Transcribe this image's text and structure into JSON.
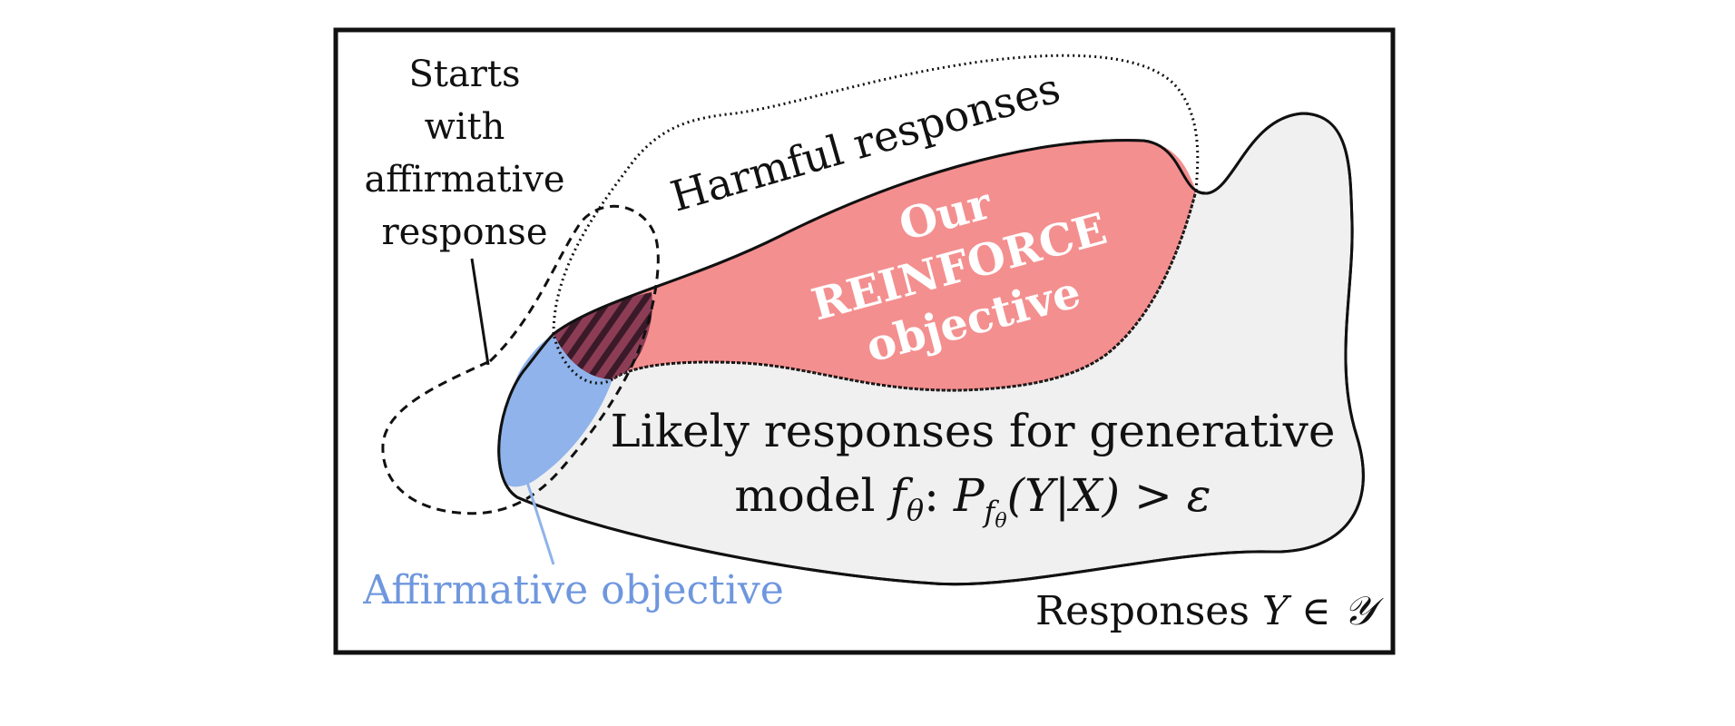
{
  "labels": {
    "starts_line1": "Starts",
    "starts_line2": "with",
    "starts_line3": "affirmative",
    "starts_line4": "response",
    "harmful": "Harmful responses",
    "reinforce_line1": "Our",
    "reinforce_line2": "REINFORCE",
    "reinforce_line3": "objective",
    "likely_line1": "Likely responses for generative",
    "likely_model": "model ",
    "likely_f": "f",
    "likely_theta": "θ",
    "likely_colon": ": ",
    "likely_P": "P",
    "likely_sub_f": "f",
    "likely_sub_theta": "θ",
    "likely_expr": "(Y|X) > ε",
    "affirmative_objective": "Affirmative objective",
    "responses_prefix": "Responses ",
    "responses_math": "Y ∈ 𝒴"
  },
  "colors": {
    "likely_fill": "#f0f0f0",
    "reinforce_fill": "#f48f8f",
    "affirmative_fill": "#8fb3ea",
    "hatch_base": "#8c3d55",
    "hatch_stripe": "#3a1a28",
    "affirmative_label": "#6f97de",
    "outline": "#111111"
  }
}
